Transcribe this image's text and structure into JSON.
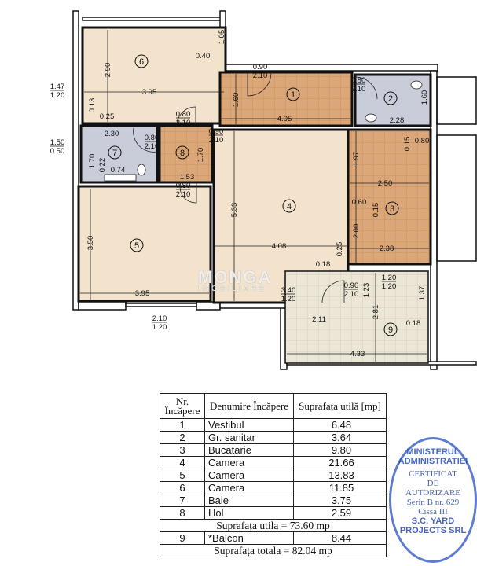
{
  "colors": {
    "room": "#f3e3cc",
    "tile": "#dba778",
    "wet": "#c9ccd9",
    "balcony": "#ece6d6",
    "wall": "#111111",
    "stamp": "#2d4fbf"
  },
  "rooms": [
    "1",
    "2",
    "3",
    "4",
    "5",
    "6",
    "7",
    "8",
    "9"
  ],
  "dimensions": [
    "2.90",
    "3.95",
    "0.40",
    "1.05",
    "0.13",
    "0.25",
    "1.47",
    "1.20",
    "2.30",
    "1.70",
    "0.22",
    "0.74",
    "0.80",
    "2.10",
    "1.50",
    "0.50",
    "0.80",
    "2.10",
    "1.70",
    "1.53",
    "0.90",
    "2.10",
    "0.80",
    "2.10",
    "0.90",
    "2.10",
    "1.60",
    "4.05",
    "0.80",
    "2.10",
    "1.60",
    "2.28",
    "0.15",
    "0.80",
    "1.97",
    "2.50",
    "0.60",
    "0.15",
    "2.00",
    "2.38",
    "5.33",
    "4.08",
    "0.25",
    "0.18",
    "3.40",
    "1.20",
    "0.90",
    "2.10",
    "3.50",
    "3.95",
    "2.10",
    "1.20",
    "1.20",
    "1.20",
    "1.23",
    "1.37",
    "2.81",
    "2.11",
    "0.18",
    "4.33"
  ],
  "watermark": {
    "brand": "MONGA",
    "sub": "IMOBILIARE"
  },
  "table": {
    "headers": [
      "Nr. Încăpere",
      "Denumire Încăpere",
      "Suprafața utilă [mp]"
    ],
    "rows": [
      {
        "nr": "1",
        "name": "Vestibul",
        "area": "6.48"
      },
      {
        "nr": "2",
        "name": "Gr. sanitar",
        "area": "3.64"
      },
      {
        "nr": "3",
        "name": "Bucatarie",
        "area": "9.80"
      },
      {
        "nr": "4",
        "name": "Camera",
        "area": "21.66"
      },
      {
        "nr": "5",
        "name": "Camera",
        "area": "13.83"
      },
      {
        "nr": "6",
        "name": "Camera",
        "area": "11.85"
      },
      {
        "nr": "7",
        "name": "Baie",
        "area": "3.75"
      },
      {
        "nr": "8",
        "name": "Hol",
        "area": "2.59"
      }
    ],
    "subtotal": "Suprafața utila = 73.60 mp",
    "balcony": {
      "nr": "9",
      "name": "*Balcon",
      "area": "8.44"
    },
    "total": "Suprafața totala = 82.04 mp"
  },
  "stamp": {
    "ring": "MINISTERUL ADMINISTRATIEI",
    "l1": "CERTIFICAT",
    "l2": "DE",
    "l3": "AUTORIZARE",
    "l4": "Serin B nr. 629",
    "l5": "Cissa III",
    "l6": "S.C. YARD",
    "l7": "PROJECTS SRL"
  }
}
